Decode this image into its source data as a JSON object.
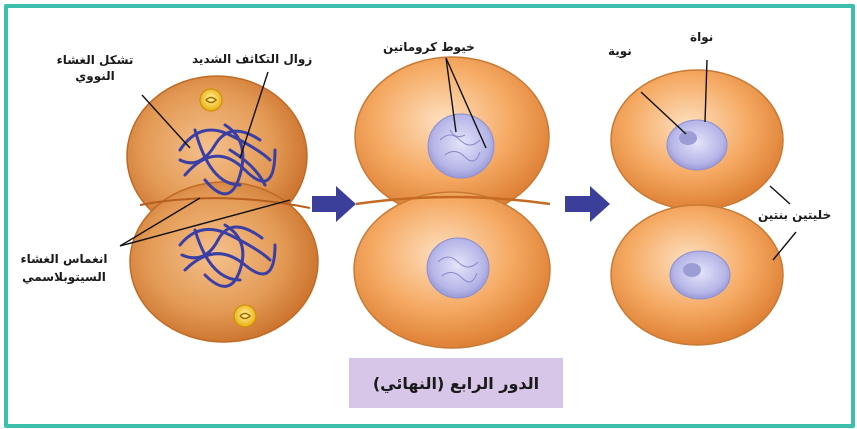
{
  "stage": {
    "title": "الدور الرابع (النهائي)"
  },
  "labels": {
    "nuclear_envelope_forms": [
      "تشكل الغشاء",
      "النووي"
    ],
    "condensation_disappears": "زوال التكاثف الشديد",
    "chromatin_threads": "خيوط كروماتين",
    "nucleolus": "نوية",
    "nucleus": "نواة",
    "cytoplasmic_membrane_constriction": [
      "انغماس الغشاء",
      "السيتوبلاسمي"
    ],
    "daughter_cells": "خليتين بنتين"
  },
  "icons": {
    "arrow_1": "right-arrow-icon",
    "arrow_2": "right-arrow-icon"
  },
  "colors": {
    "frame": "#3dbfae",
    "cell": "#f3a35c",
    "nucleus": "#b4b4e6",
    "chromosome": "#3a3fa5",
    "centrosome": "#f5c21a",
    "arrow": "#3b3f9a",
    "caption_bg": "#d7c6e8"
  }
}
